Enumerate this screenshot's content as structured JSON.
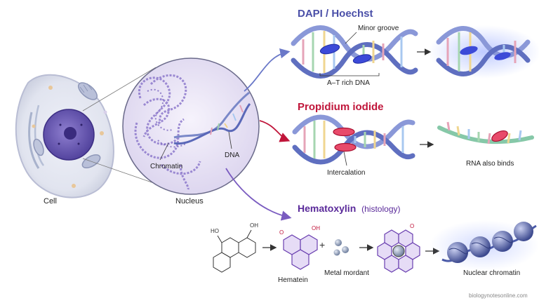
{
  "labels": {
    "cell": "Cell",
    "nucleus": "Nucleus",
    "chromatin": "Chromatin",
    "dna": "DNA"
  },
  "sections": {
    "dapi": {
      "title": "DAPI / Hoechst",
      "minor_groove": "Minor groove",
      "at_rich": "A–T rich DNA",
      "color": "#4a4fa8"
    },
    "pi": {
      "title": "Propidium iodide",
      "intercalation": "Intercalation",
      "rna": "RNA also binds",
      "color": "#c0153a"
    },
    "hema": {
      "title": "Hematoxylin",
      "title_suffix": "(histology)",
      "hematein": "Hematein",
      "plus": "+",
      "metal": "Metal mordant",
      "nuclear": "Nuclear chromatin",
      "oh1": "HO",
      "oh2": "OH",
      "oh3": "OH",
      "o1": "O",
      "o2": "O",
      "color": "#5a2a9a"
    }
  },
  "watermark": "biologynotesonline.com"
}
